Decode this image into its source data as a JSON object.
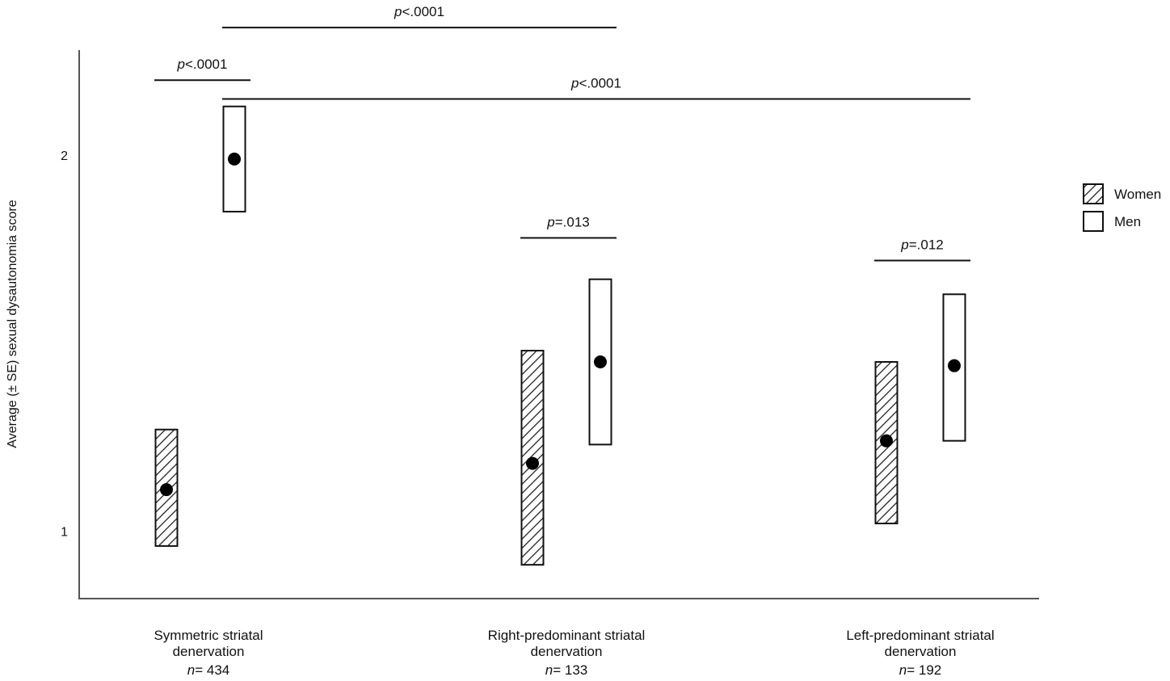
{
  "chart_data": {
    "type": "range_plot",
    "ylabel": "Average (± SE) sexual dysautonomia score",
    "yticks": [
      {
        "value": 1,
        "label": "1"
      },
      {
        "value": 2,
        "label": "2"
      }
    ],
    "ylim": [
      0.82,
      2.28
    ],
    "categories": [
      {
        "line1": "Symmetric striatal",
        "line2": "denervation",
        "n_prefix": "n",
        "n_text": "=  434"
      },
      {
        "line1": "Right-predominant  striatal",
        "line2": "denervation",
        "n_prefix": "n",
        "n_text": "=  133"
      },
      {
        "line1": "Left-predominant  striatal",
        "line2": "denervation",
        "n_prefix": "n",
        "n_text": "=  192"
      }
    ],
    "series": [
      {
        "name": "Women",
        "pattern": "hatched",
        "means": [
          1.11,
          1.18,
          1.24
        ],
        "lower": [
          0.96,
          0.91,
          1.02
        ],
        "upper": [
          1.27,
          1.48,
          1.45
        ]
      },
      {
        "name": "Men",
        "pattern": "open",
        "means": [
          1.99,
          1.45,
          1.44
        ],
        "lower": [
          1.85,
          1.23,
          1.24
        ],
        "upper": [
          2.13,
          1.67,
          1.63
        ]
      }
    ],
    "annotations": [
      {
        "p": "p",
        "text": "<.0001",
        "level": 2.2,
        "from": {
          "category": 0,
          "series": 0
        },
        "to": {
          "category": 0,
          "series": 1
        }
      },
      {
        "p": "p",
        "text": "<.0001",
        "level": 2.34,
        "from": {
          "category": 0,
          "series": 1
        },
        "to": {
          "category": 1,
          "series": 1
        }
      },
      {
        "p": "p",
        "text": "<.0001",
        "level": 2.15,
        "from": {
          "category": 0,
          "series": 1
        },
        "to": {
          "category": 2,
          "series": 1
        }
      },
      {
        "p": "p",
        "text": "=.013",
        "level": 1.78,
        "from": {
          "category": 1,
          "series": 0
        },
        "to": {
          "category": 1,
          "series": 1
        }
      },
      {
        "p": "p",
        "text": "=.012",
        "level": 1.72,
        "from": {
          "category": 2,
          "series": 0
        },
        "to": {
          "category": 2,
          "series": 1
        }
      }
    ],
    "legend": {
      "position": "right",
      "entries": [
        "Women",
        "Men"
      ]
    },
    "grid": false
  }
}
